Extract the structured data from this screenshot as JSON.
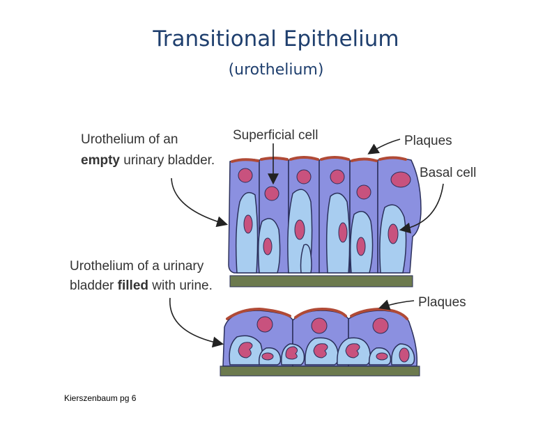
{
  "title": "Transitional Epithelium",
  "subtitle": "(urothelium)",
  "figure": {
    "empty_label": {
      "line1": "Urothelium of an",
      "line2_bold": "empty",
      "line2_rest": " urinary bladder."
    },
    "filled_label": {
      "line1": "Urothelium of a urinary",
      "line2_start": "bladder ",
      "line2_bold": "filled",
      "line2_rest": " with urine."
    },
    "superficial_cell_label": "Superficial cell",
    "plaques_label_top": "Plaques",
    "basal_cell_label": "Basal cell",
    "plaques_label_bottom": "Plaques",
    "colors": {
      "cell_fill": "#8b90e0",
      "cell_inner": "#a8cdf0",
      "nucleus": "#c8527e",
      "plaque": "#b04a36",
      "basement": "#6c7a4e",
      "outline": "#2a2f5a"
    }
  },
  "caption": "Kierszenbaum pg 6"
}
